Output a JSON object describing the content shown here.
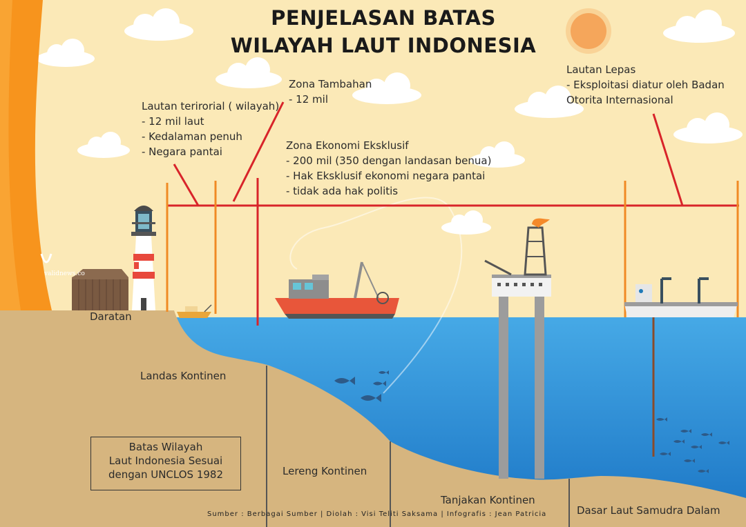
{
  "title": {
    "line1": "PENJELASAN BATAS",
    "line2": "WILAYAH LAUT INDONESIA"
  },
  "zones": {
    "territorial": "Lautan terirorial ( wilayah)\n- 12 mil laut\n- Kedalaman penuh\n- Negara pantai",
    "additional": "Zona Tambahan\n- 12 mil",
    "eez": "Zona Ekonomi Eksklusif\n- 200 mil (350 dengan landasan benua)\n- Hak Eksklusif ekonomi negara pantai\n- tidak ada hak politis",
    "high_seas": "Lautan Lepas\n- Eksploitasi diatur oleh Badan\nOtorita Internasional"
  },
  "labels": {
    "land": "Daratan",
    "shelf": "Landas Kontinen",
    "slope": "Lereng Kontinen",
    "rise": "Tanjakan Kontinen",
    "abyssal": "Dasar Laut Samudra Dalam"
  },
  "box": {
    "line1": "Batas Wilayah",
    "line2": "Laut Indonesia Sesuai",
    "line3": "dengan UNCLOS 1982"
  },
  "source": "Sumber : Berbagai Sumber | Diolah : Visi Teliti Saksama | Infografis : Jean Patricia",
  "watermark": "validnews.co",
  "colors": {
    "sky": "#fbe9b7",
    "sea": "#2c95d6",
    "seabed": "#d6b57f",
    "boundary_line": "#d8242a",
    "zone_marker": "#f08a24",
    "sun": "#f5a65b",
    "left_arc": "#f7941d"
  }
}
